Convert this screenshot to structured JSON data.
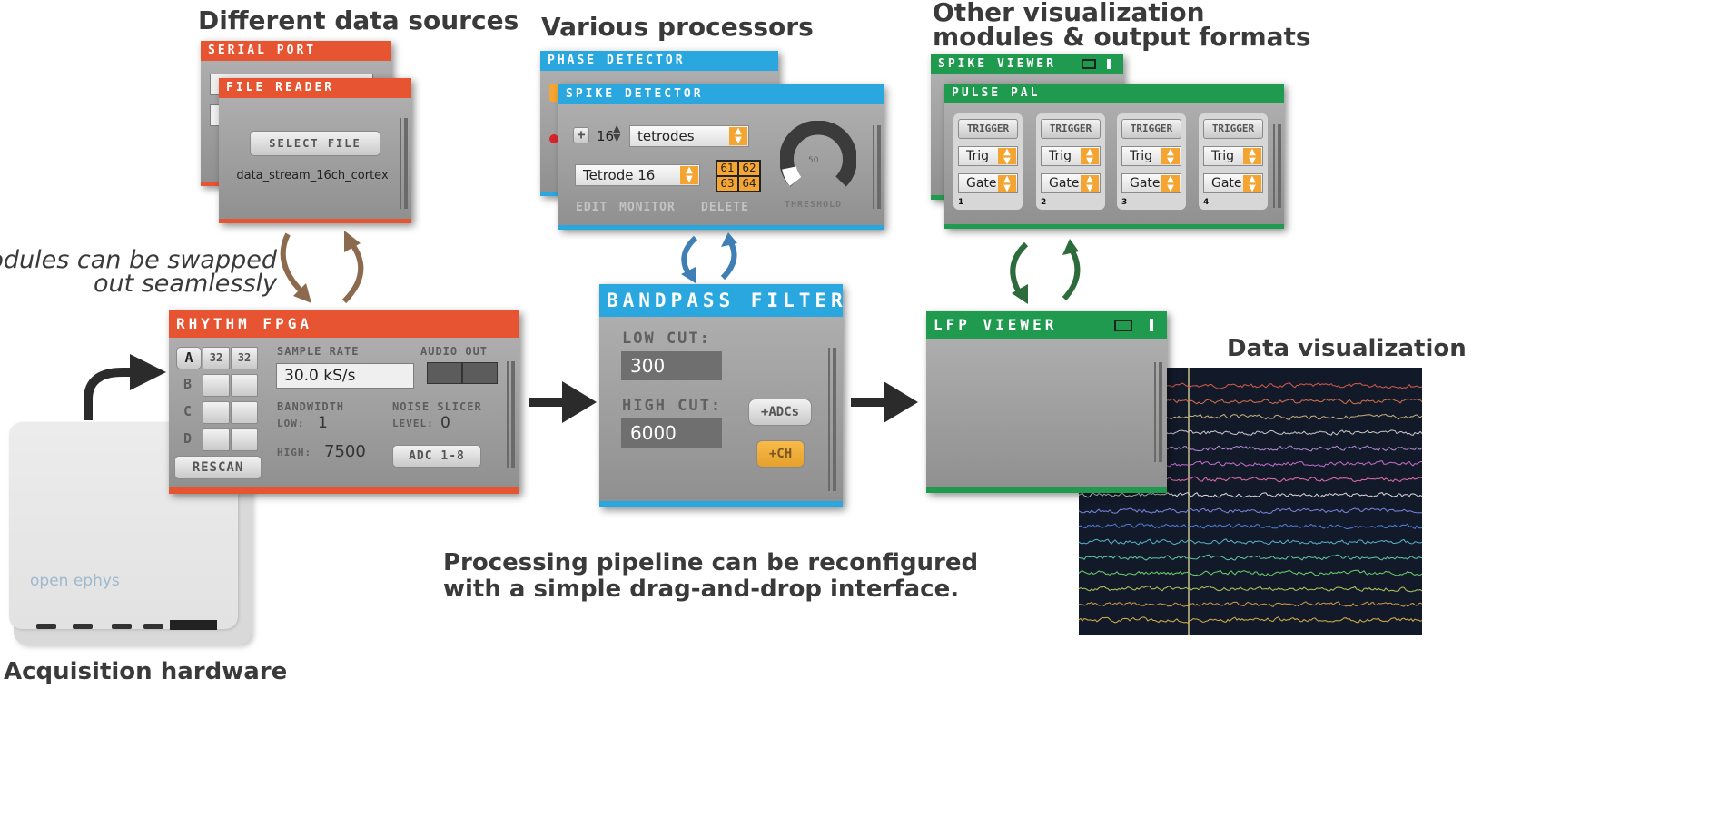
{
  "captions": {
    "data_sources": "Different data sources",
    "processors": "Various processors",
    "visualization_line1": "Other visualization",
    "visualization_line2": "modules & output formats",
    "swap_line1": "Modules can be swapped",
    "swap_line2": "out  seamlessly",
    "pipeline_line1": "Processing pipeline can be reconfigured",
    "pipeline_line2": "with a simple drag-and-drop interface.",
    "data_vis": "Data visualization",
    "hardware": "Acquisition hardware"
  },
  "serial_port": {
    "title": "SERIAL PORT"
  },
  "file_reader": {
    "title": "FILE READER",
    "select_label": "SELECT FILE",
    "filename": "data_stream_16ch_cortex"
  },
  "phase_detector": {
    "title": "PHASE DETECTOR"
  },
  "spike_detector": {
    "title": "SPIKE DETECTOR",
    "plus": "+",
    "count": "16",
    "electrode_type": "tetrodes",
    "electrode": "Tetrode 16",
    "channels": [
      "61",
      "62",
      "63",
      "64"
    ],
    "edit": "EDIT",
    "monitor": "MONITOR",
    "delete": "DELETE",
    "threshold_value": "50",
    "threshold_label": "THRESHOLD"
  },
  "spike_viewer": {
    "title": "SPIKE VIEWER"
  },
  "pulse_pal": {
    "title": "PULSE PAL",
    "channels": [
      {
        "trigger": "TRIGGER",
        "trig": "Trig",
        "gate": "Gate",
        "num": "1"
      },
      {
        "trigger": "TRIGGER",
        "trig": "Trig",
        "gate": "Gate",
        "num": "2"
      },
      {
        "trigger": "TRIGGER",
        "trig": "Trig",
        "gate": "Gate",
        "num": "3"
      },
      {
        "trigger": "TRIGGER",
        "trig": "Trig",
        "gate": "Gate",
        "num": "4"
      }
    ]
  },
  "rhythm_fpga": {
    "title": "RHYTHM FPGA",
    "ports": [
      "A",
      "B",
      "C",
      "D"
    ],
    "port_a_values": [
      "32",
      "32"
    ],
    "rescan": "RESCAN",
    "sample_rate_label": "SAMPLE RATE",
    "sample_rate": "30.0 kS/s",
    "audio_out_label": "AUDIO OUT",
    "bandwidth_label": "BANDWIDTH",
    "low_label": "LOW:",
    "low_value": "1",
    "high_label": "HIGH:",
    "high_value": "7500",
    "noise_slicer_label": "NOISE SLICER",
    "level_label": "LEVEL:",
    "level_value": "0",
    "adc_button": "ADC 1-8"
  },
  "bandpass": {
    "title": "BANDPASS FILTER",
    "low_cut_label": "LOW CUT:",
    "low_cut": "300",
    "high_cut_label": "HIGH CUT:",
    "high_cut": "6000",
    "adcs_button": "+ADCs",
    "ch_button": "+CH"
  },
  "lfp_viewer": {
    "title": "LFP VIEWER"
  },
  "hardware": {
    "brand": "open ephys"
  },
  "colors": {
    "red_module": "#e65431",
    "blue_module": "#2aa7de",
    "green_module": "#1f9a4e",
    "swap_arrow_brown": "#8c6a4e",
    "swap_arrow_blue": "#3f7fb5",
    "swap_arrow_green": "#2e6b3c",
    "trace_background": "#121a2a"
  }
}
